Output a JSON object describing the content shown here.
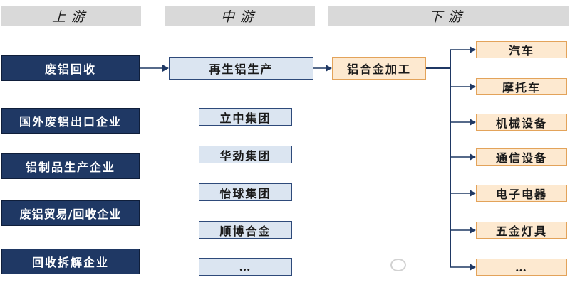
{
  "headers": {
    "upstream": "上游",
    "midstream": "中游",
    "downstream": "下游"
  },
  "upstream": [
    "废铝回收",
    "国外废铝出口企业",
    "铝制品生产企业",
    "废铝贸易/回收企业",
    "回收拆解企业"
  ],
  "midstream": {
    "main": "再生铝生产",
    "companies": [
      "立中集团",
      "华劲集团",
      "怡球集团",
      "顺博合金",
      "…"
    ]
  },
  "downstream": {
    "main": "铝合金加工",
    "applications": [
      "汽车",
      "摩托车",
      "机械设备",
      "通信设备",
      "电子电器",
      "五金灯具",
      "…"
    ]
  },
  "colors": {
    "upstream_fill": "#1f3864",
    "midstream_fill": "#dbe5f1",
    "downstream_fill": "#fde9d0",
    "connector": "#1f3864"
  }
}
